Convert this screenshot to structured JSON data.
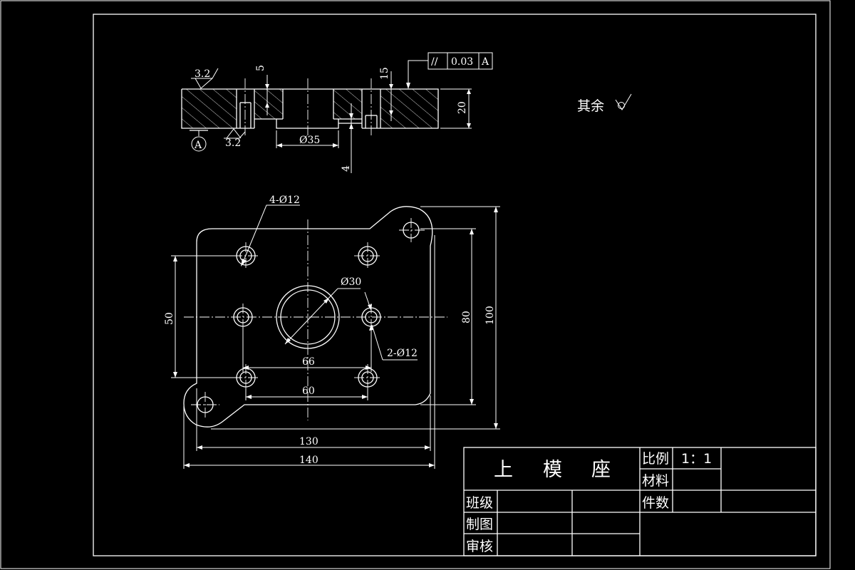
{
  "section_view": {
    "roughness_top": "3.2",
    "roughness_bottom": "3.2",
    "datum_label": "A",
    "dim_counterbore_depth_left": "5",
    "dim_counterbore_depth_right": "15",
    "dim_thickness": "20",
    "dim_step": "4",
    "dim_bore": "Ø35",
    "tolerance_symbol": "//",
    "tolerance_value": "0.03",
    "tolerance_datum": "A"
  },
  "notes": {
    "remaining_roughness": "其余"
  },
  "plan_view": {
    "holes_callout_4": "4-Ø12",
    "center_bore_callout": "Ø30",
    "holes_callout_2": "2-Ø12",
    "dim_50": "50",
    "dim_80": "80",
    "dim_100": "100",
    "dim_66": "66",
    "dim_60": "60",
    "dim_130": "130",
    "dim_140": "140"
  },
  "title_block": {
    "part_name_1": "上",
    "part_name_2": "模",
    "part_name_3": "座",
    "scale_label": "比例",
    "scale_value": "1：1",
    "material_label": "材料",
    "quantity_label": "件数",
    "class_label": "班级",
    "drawn_label": "制图",
    "checked_label": "审核"
  }
}
